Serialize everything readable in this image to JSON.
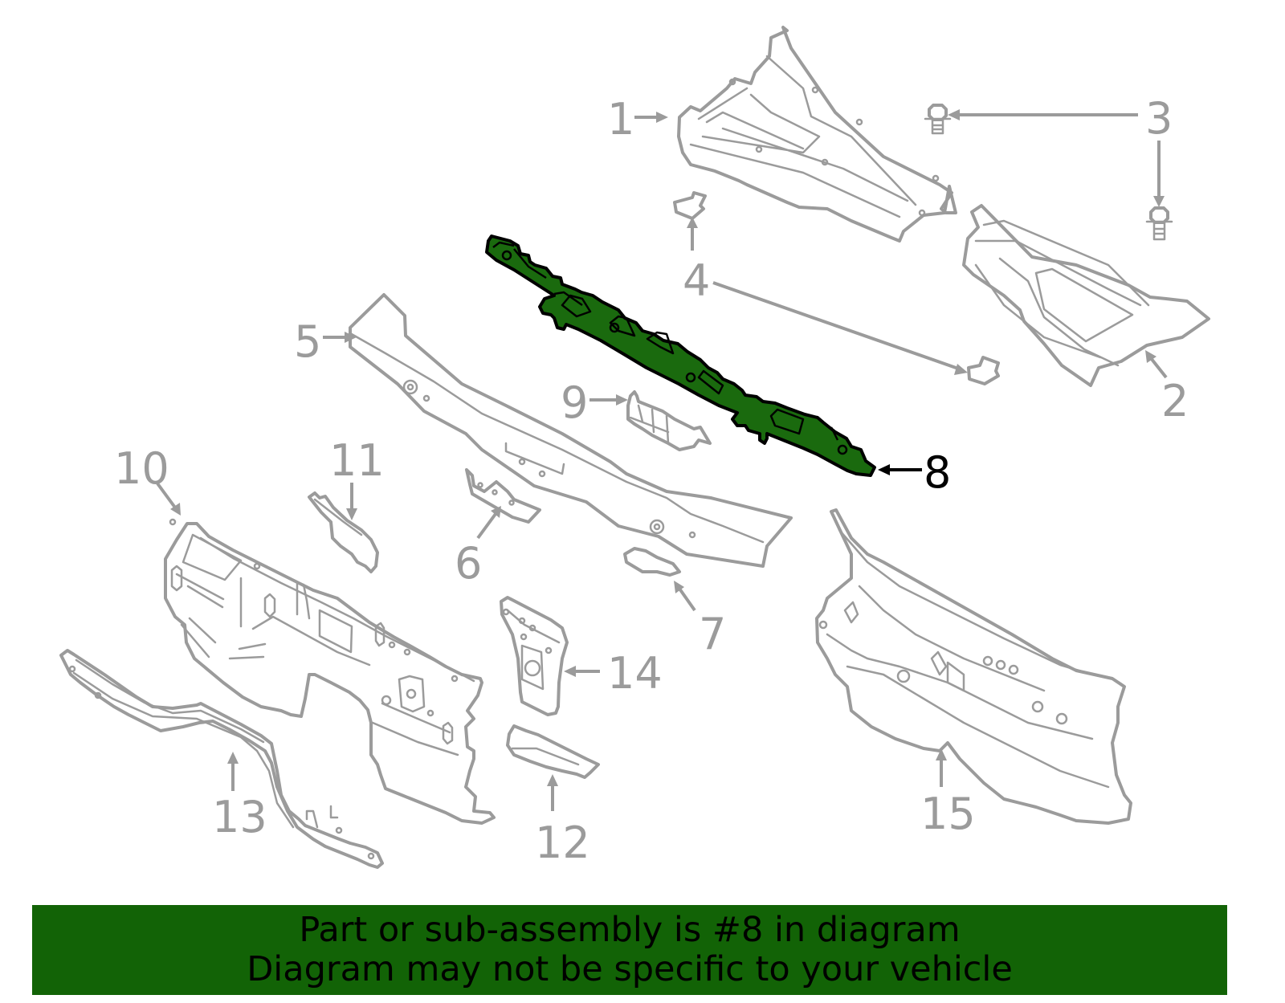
{
  "diagram": {
    "highlighted_part": "8",
    "highlight_color": "#1a6a0e",
    "line_color": "#9b9b9b",
    "callouts": [
      {
        "id": "1",
        "label": "1"
      },
      {
        "id": "2",
        "label": "2"
      },
      {
        "id": "3",
        "label": "3"
      },
      {
        "id": "4",
        "label": "4"
      },
      {
        "id": "5",
        "label": "5"
      },
      {
        "id": "6",
        "label": "6"
      },
      {
        "id": "7",
        "label": "7"
      },
      {
        "id": "8",
        "label": "8"
      },
      {
        "id": "9",
        "label": "9"
      },
      {
        "id": "10",
        "label": "10"
      },
      {
        "id": "11",
        "label": "11"
      },
      {
        "id": "12",
        "label": "12"
      },
      {
        "id": "13",
        "label": "13"
      },
      {
        "id": "14",
        "label": "14"
      },
      {
        "id": "15",
        "label": "15"
      }
    ]
  },
  "banner": {
    "line1": "Part or sub-assembly is #8 in diagram",
    "line2": "Diagram may not be specific to your vehicle",
    "background_color": "#126306"
  }
}
